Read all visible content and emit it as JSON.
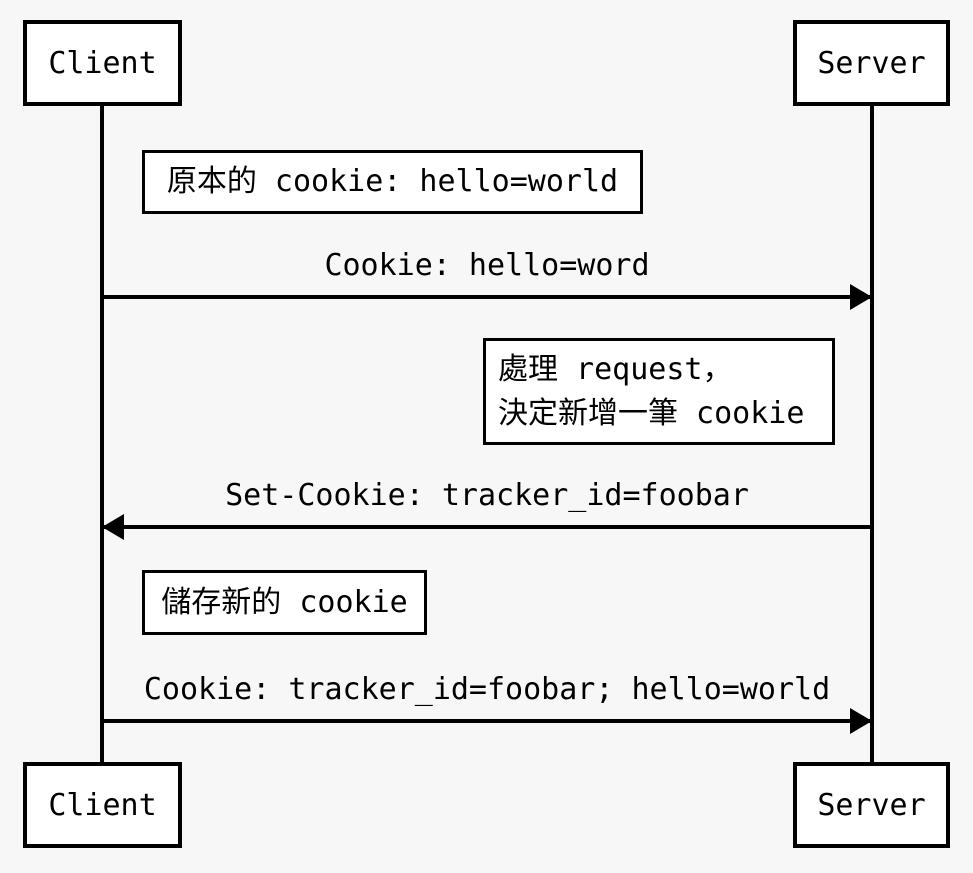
{
  "diagram": {
    "type": "sequence-diagram",
    "colors": {
      "background": "#f7f7f7",
      "stroke": "#000000",
      "fill": "#ffffff"
    },
    "actors": {
      "client": "Client",
      "server": "Server"
    },
    "notes": [
      {
        "over": "Client",
        "text": "原本的 cookie: hello=world"
      },
      {
        "over": "Server",
        "text": "處理 request，\n決定新增一筆 cookie"
      },
      {
        "over": "Client",
        "text": "儲存新的 cookie"
      }
    ],
    "messages": [
      {
        "from": "Client",
        "to": "Server",
        "direction": "right",
        "label": "Cookie: hello=word"
      },
      {
        "from": "Server",
        "to": "Client",
        "direction": "left",
        "label": "Set-Cookie: tracker_id=foobar"
      },
      {
        "from": "Client",
        "to": "Server",
        "direction": "right",
        "label": "Cookie: tracker_id=foobar; hello=world"
      }
    ]
  }
}
